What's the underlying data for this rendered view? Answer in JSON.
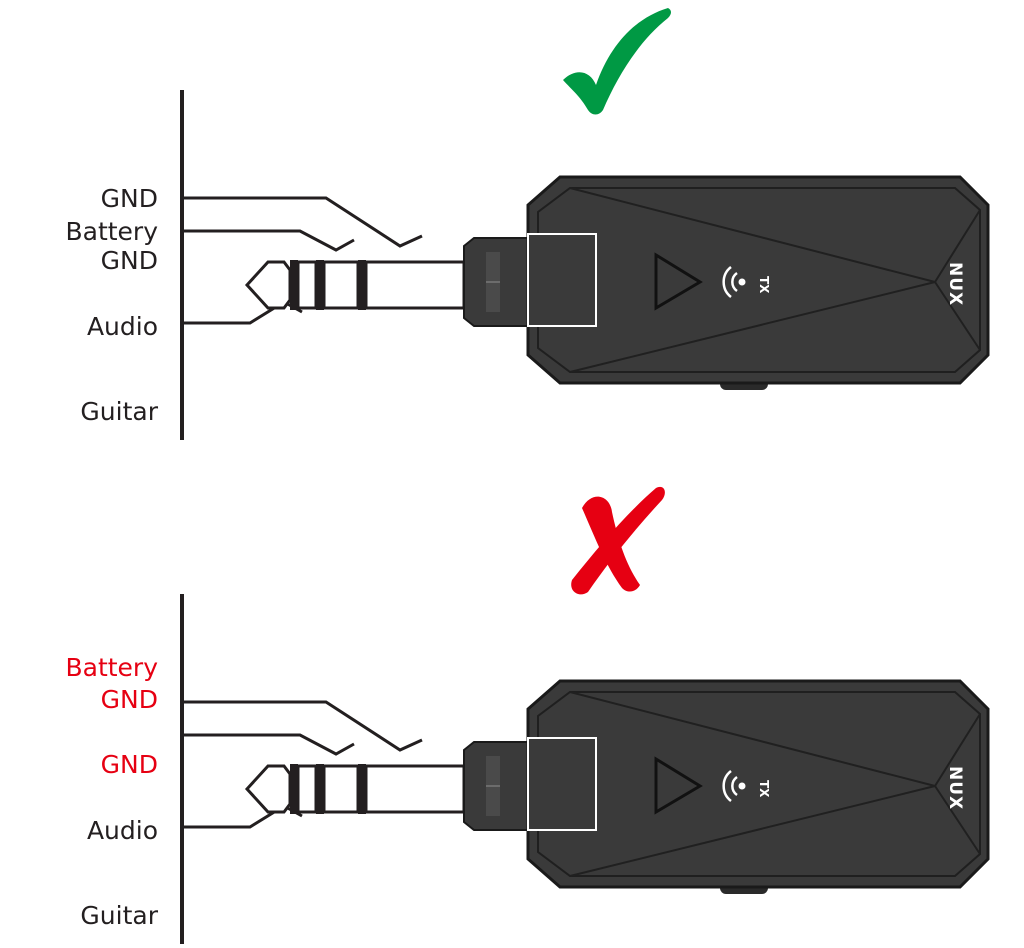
{
  "colors": {
    "ink": "#231f20",
    "error": "#e60012",
    "check": "#009944",
    "cross": "#e60012",
    "device": "#3a3a3a"
  },
  "device": {
    "brand": "NUX",
    "tx_label": "TX",
    "icon": "wireless-signal-icon"
  },
  "correct": {
    "status_icon": "checkmark-icon",
    "labels": {
      "gnd": "GND",
      "battery": "Battery",
      "battery_gnd": "GND",
      "audio": "Audio",
      "guitar": "Guitar"
    }
  },
  "incorrect": {
    "status_icon": "cross-icon",
    "labels": {
      "battery": "Battery",
      "battery_gnd": "GND",
      "gnd": "GND",
      "audio": "Audio",
      "guitar": "Guitar"
    }
  }
}
